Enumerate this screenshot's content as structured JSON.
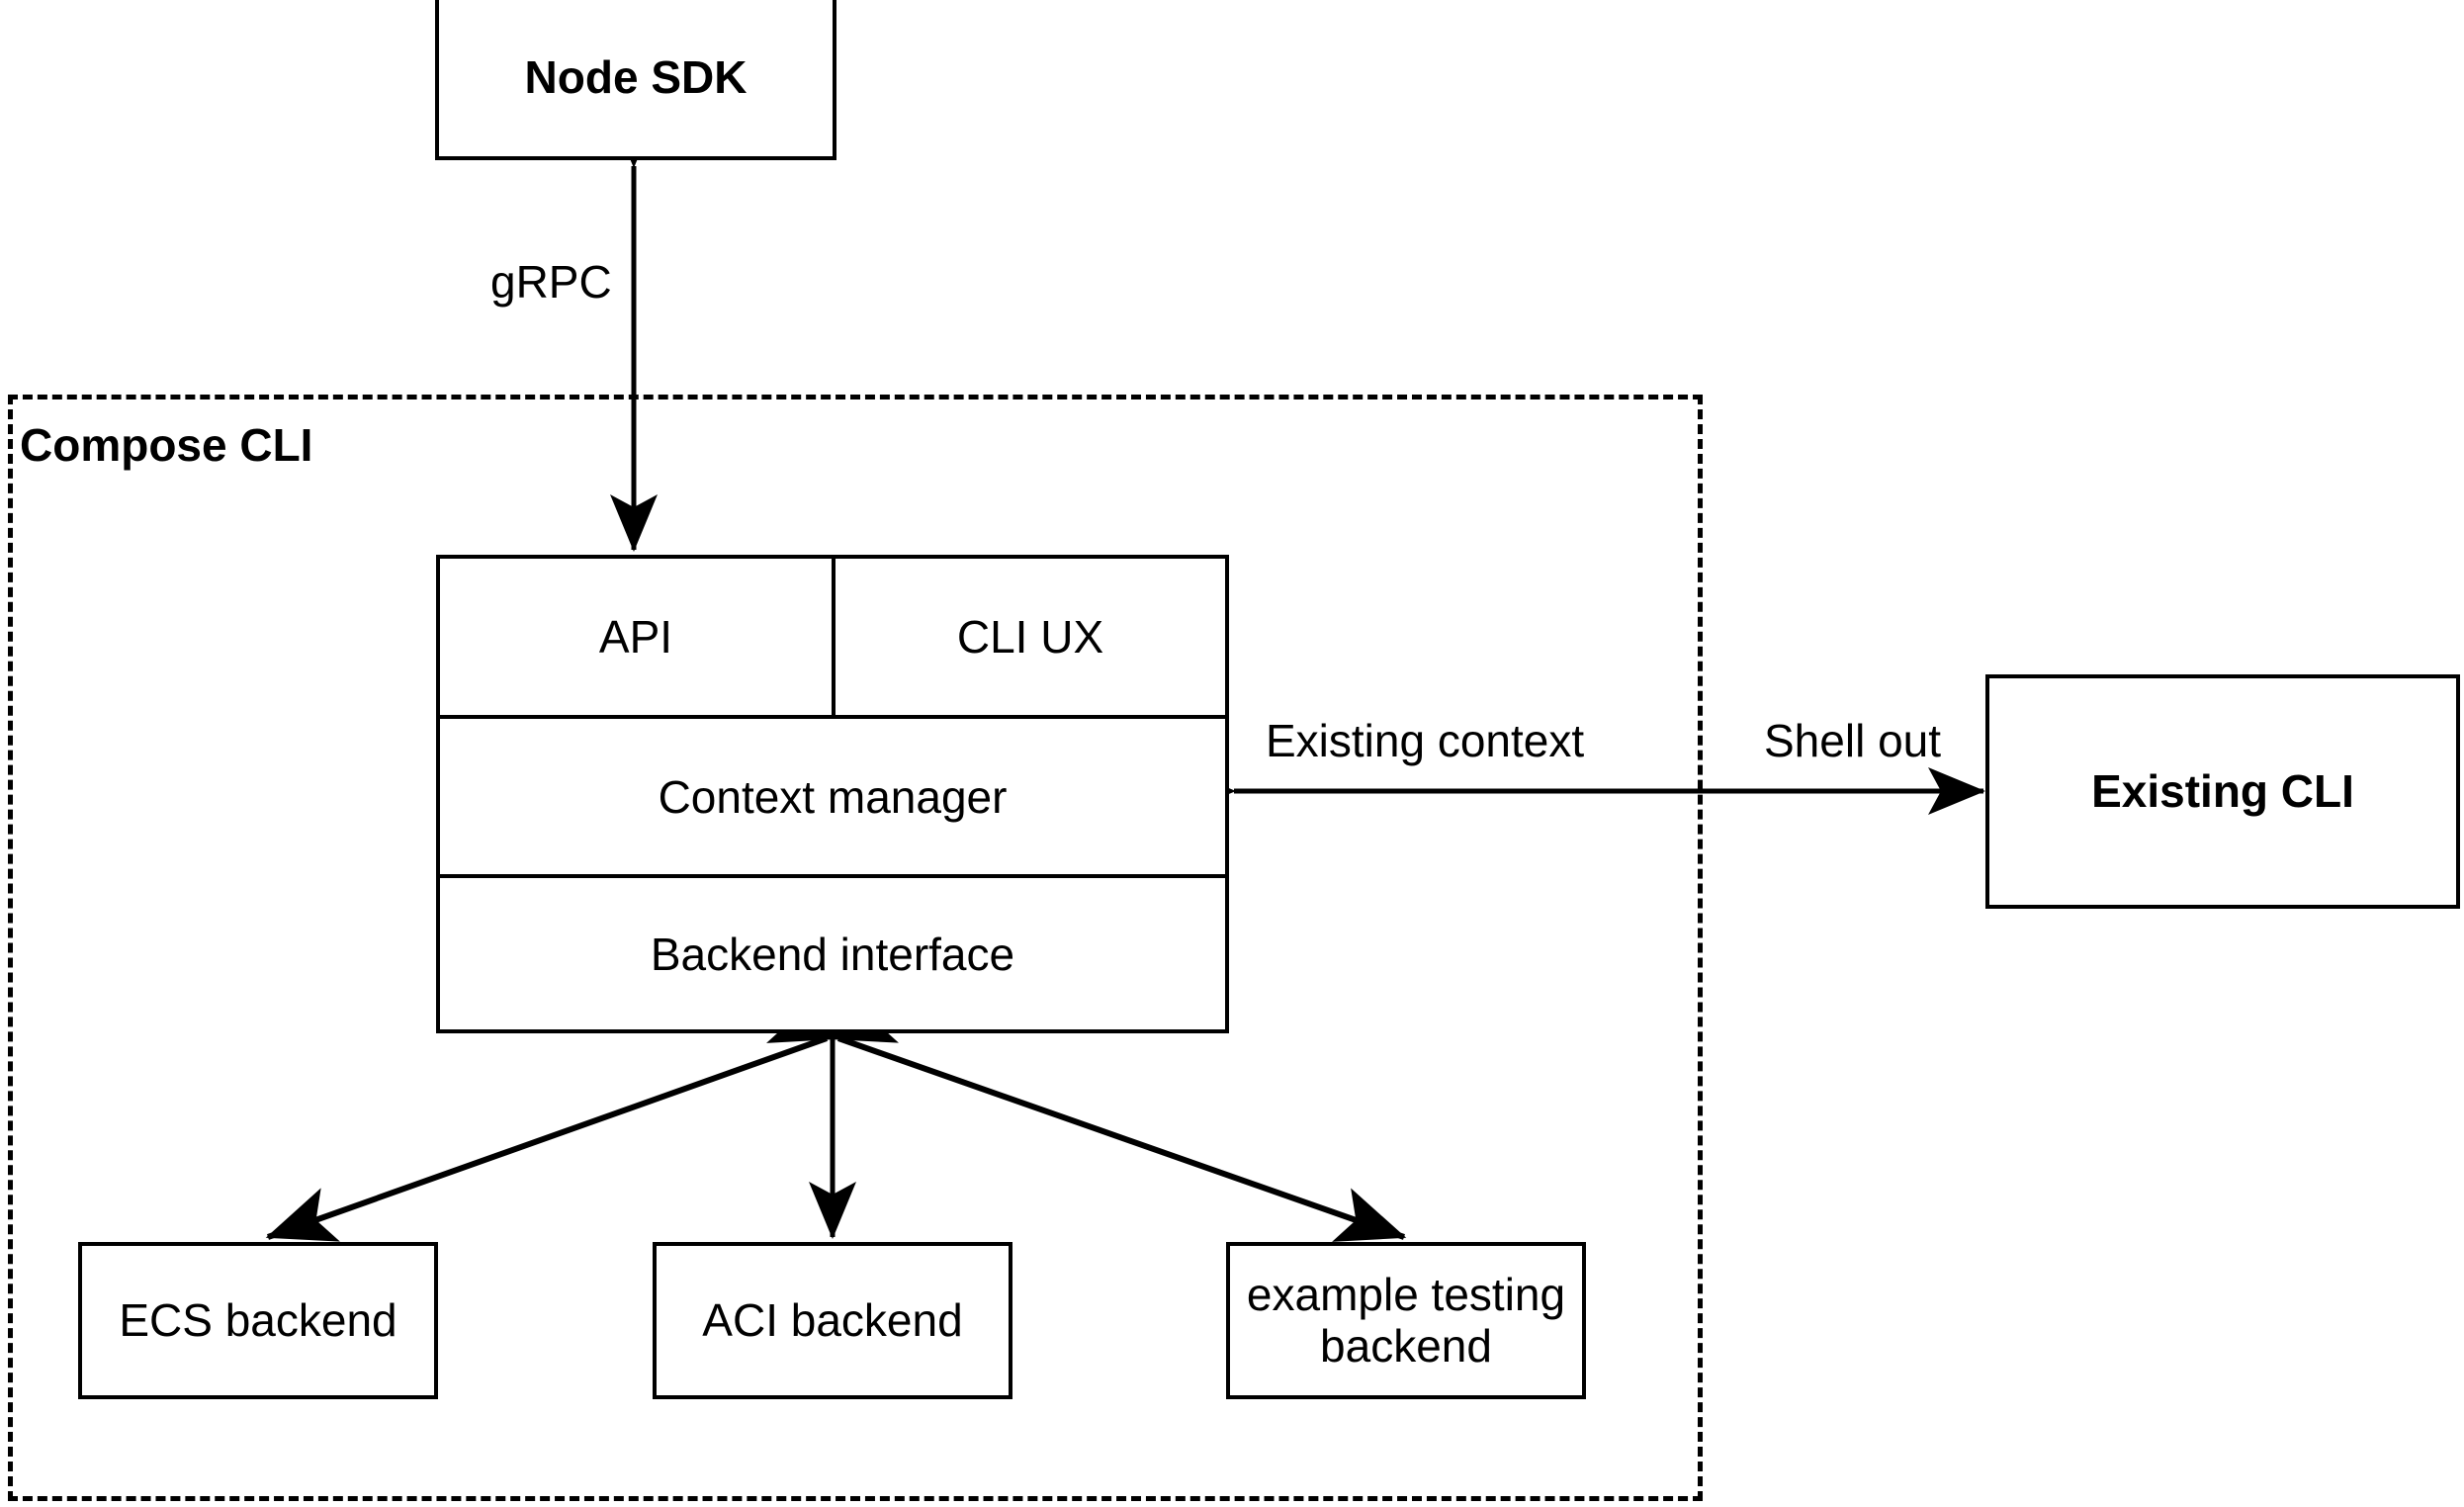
{
  "diagram": {
    "title_group": "Compose CLI",
    "nodes": {
      "node_sdk": "Node SDK",
      "existing_cli": "Existing CLI",
      "api": "API",
      "cli_ux": "CLI UX",
      "context_manager": "Context manager",
      "backend_interface": "Backend interface",
      "ecs_backend": "ECS backend",
      "aci_backend": "ACI backend",
      "example_testing_backend_line1": "example testing",
      "example_testing_backend_line2": "backend"
    },
    "edge_labels": {
      "grpc": "gRPC",
      "existing_context": "Existing context",
      "shell_out": "Shell out"
    },
    "colors": {
      "stroke": "#000000",
      "background": "#ffffff"
    }
  }
}
